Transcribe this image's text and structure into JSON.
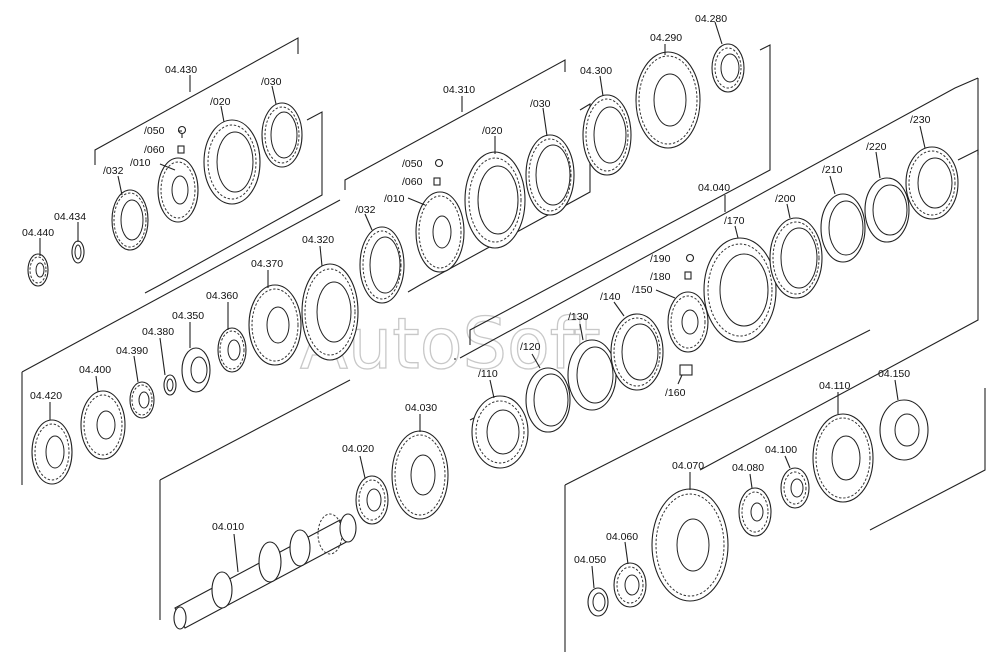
{
  "watermark": "AutoSoft",
  "labels": {
    "l04430": "04.430",
    "l030a": "/030",
    "l020a": "/020",
    "l050a": "/050",
    "l060a": "/060",
    "l010a": "/010",
    "l032a": "/032",
    "l04434": "04.434",
    "l04440": "04.440",
    "l04310": "04.310",
    "l030b": "/030",
    "l020b": "/020",
    "l050b": "/050",
    "l060b": "/060",
    "l010b": "/010",
    "l032b": "/032",
    "l04320": "04.320",
    "l04280": "04.280",
    "l04290": "04.290",
    "l04300": "04.300",
    "l04040": "04.040",
    "l230": "/230",
    "l220": "/220",
    "l210": "/210",
    "l200": "/200",
    "l170": "/170",
    "l190": "/190",
    "l180": "/180",
    "l150": "/150",
    "l140": "/140",
    "l130": "/130",
    "l120": "/120",
    "l110": "/110",
    "l160": "/160",
    "l04370": "04.370",
    "l04360": "04.360",
    "l04350": "04.350",
    "l04380": "04.380",
    "l04390": "04.390",
    "l04400": "04.400",
    "l04420": "04.420",
    "l04030": "04.030",
    "l04020": "04.020",
    "l04010": "04.010",
    "l04110": "04.110",
    "l04150": "04.150",
    "l04100": "04.100",
    "l04080": "04.080",
    "l04070": "04.070",
    "l04060": "04.060",
    "l04050": "04.050"
  }
}
